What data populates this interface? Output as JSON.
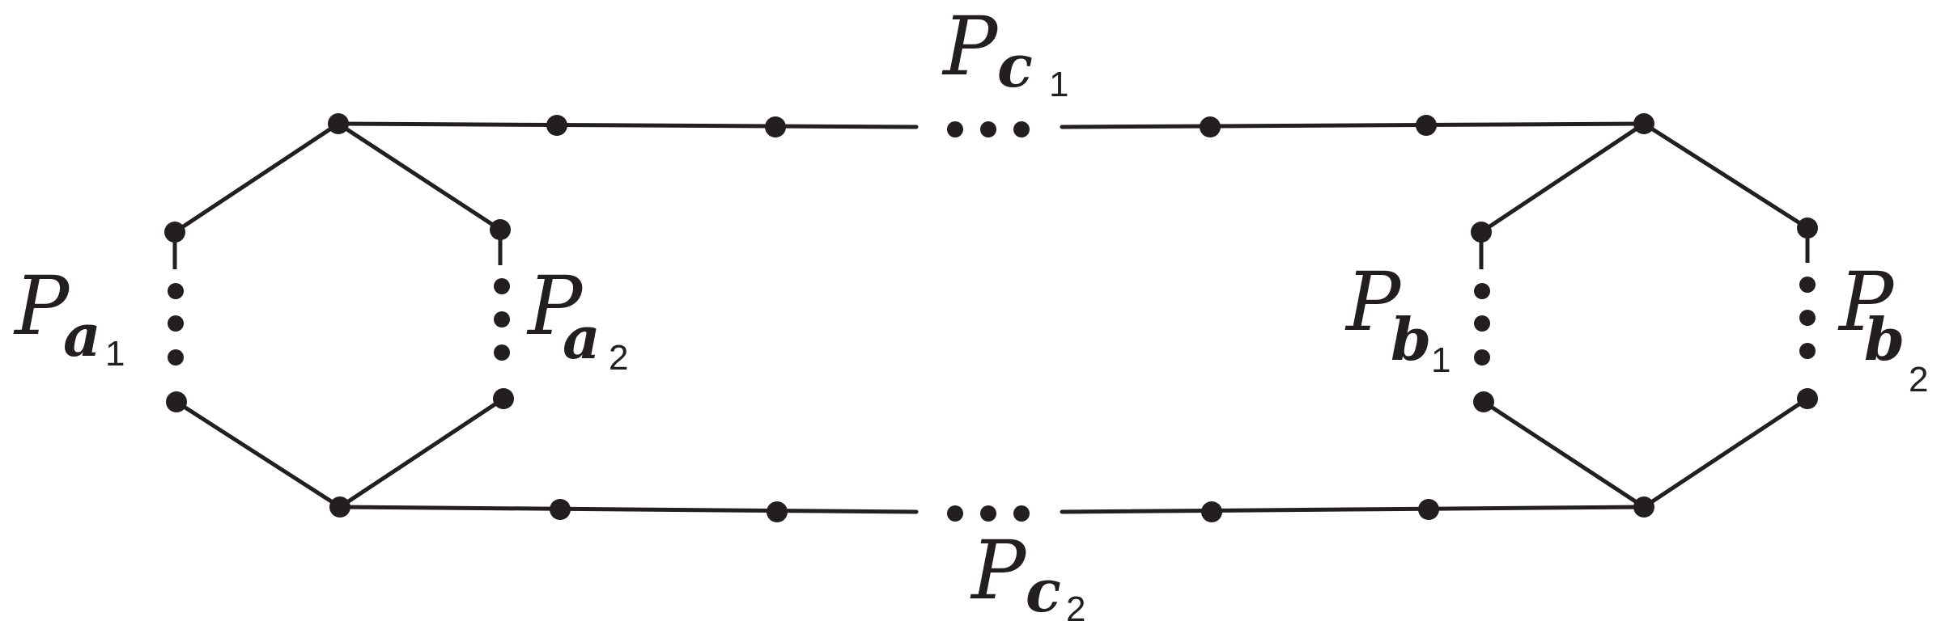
{
  "labels": {
    "pc1": {
      "main": "P",
      "sub": "c",
      "index": "1"
    },
    "pc2": {
      "main": "P",
      "sub": "c",
      "index": "2"
    },
    "pa1": {
      "main": "P",
      "sub": "a",
      "index": "1"
    },
    "pa2": {
      "main": "P",
      "sub": "a",
      "index": "2"
    },
    "pb1": {
      "main": "P",
      "sub": "b",
      "index": "1"
    },
    "pb2": {
      "main": "P",
      "sub": "b",
      "index": "2"
    }
  },
  "colors": {
    "ink": "#231f20",
    "background": "#ffffff"
  }
}
